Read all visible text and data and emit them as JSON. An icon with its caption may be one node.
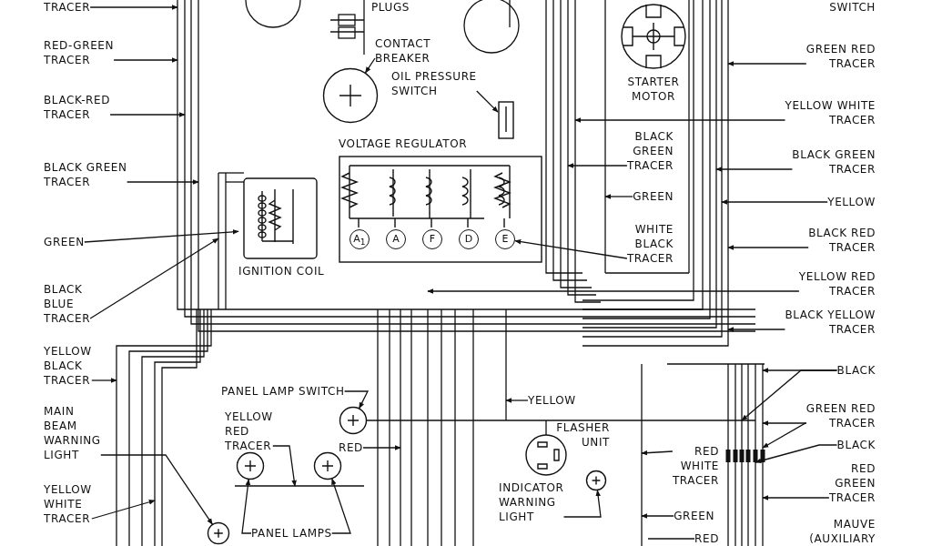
{
  "diagram": {
    "nodes": [
      {
        "text": [
          "TRACER"
        ]
      },
      {
        "text": [
          "RED-GREEN TRACER"
        ]
      },
      {
        "text": [
          "BLACK-RED TRACER"
        ]
      },
      {
        "text": [
          "BLACK GREEN TRACER"
        ]
      },
      {
        "text": [
          "GREEN"
        ]
      },
      {
        "text": [
          "BLACK BLUE TRACER"
        ]
      },
      {
        "text": [
          "YELLOW BLACK TRACER"
        ]
      },
      {
        "text": [
          "MAIN BEAM WARNING LIGHT"
        ]
      },
      {
        "text": [
          "YELLOW WHITE TRACER"
        ]
      },
      {
        "text": [
          "CONTACT BREAKER"
        ]
      },
      {
        "text": [],
        "shape": "circle"
      },
      {
        "text": [
          "OIL PRESSURE SWITCH"
        ]
      },
      {
        "text": [],
        "shape": "box"
      },
      {
        "text": [
          "VOLTAGE REGULATOR"
        ]
      },
      {
        "text": [
          "A$_{1}$"
        ],
        "in": 13
      },
      {
        "text": [
          "A"
        ],
        "in": 13
      },
      {
        "text": [
          "F"
        ],
        "in": 13
      },
      {
        "text": [
          "D"
        ],
        "in": 13
      },
      {
        "text": [
          "E"
        ],
        "in": 13
      },
      {
        "text": [
          "IGNITION COIL"
        ]
      },
      {
        "text": [
          "STARTER MOTOR"
        ]
      },
      {
        "text": [
          "GREEN RED TRACER"
        ]
      },
      {
        "text": [
          "YELLOW WHITE TRACER"
        ]
      },
      {
        "text": [
          "BLACK GREEN TRACER"
        ]
      },
      {
        "text": [
          "BLACK GREEN TRACER"
        ]
      },
      {
        "text": [
          "GREEN"
        ]
      },
      {
        "text": [
          "YELLOW"
        ]
      },
      {
        "text": [
          "WHITE BLACK TRACER"
        ]
      },
      {
        "text": [
          "BLACK RED TRACER"
        ]
      },
      {
        "text": [
          "YELLOW RED TRACER"
        ]
      },
      {
        "text": [
          "BLACK YELLOW TRACER"
        ]
      },
      {
        "text": [
          "PANEL LAMP SWITCH"
        ]
      },
      {
        "text": [],
        "shape": "circle"
      },
      {
        "text": [
          "YELLOW RED TRACER"
        ]
      },
      {
        "text": [
          "YELLOW"
        ]
      },
      {
        "text": [
          "RED"
        ]
      },
      {
        "text": [
          "FLASHER UNIT"
        ]
      },
      {
        "text": [
          "PANEL LAMPS"
        ]
      },
      {
        "text": [],
        "shape": "circle"
      },
      {
        "text": [],
        "shape": "circle"
      },
      {
        "text": [
          "INDICATOR WARNING LIGHT"
        ]
      },
      {
        "text": [],
        "shape": "circle"
      },
      {
        "text": [
          "BLACK"
        ]
      },
      {
        "text": [
          "GREEN RED TRACER"
        ]
      },
      {
        "text": [
          "BLACK"
        ]
      },
      {
        "text": [
          "RED WHITE TRACER"
        ]
      },
      {
        "text": [
          "RED GREEN TRACER"
        ]
      },
      {
        "text": [
          "GREEN"
        ]
      },
      {
        "text": [
          "RED"
        ]
      },
      {
        "text": [],
        "shape": "circle"
      }
    ],
    "edges": [
      {
        "from": 0,
        "to": null,
        "arrow": "to"
      },
      {
        "from": 1,
        "to": null,
        "arrow": "to"
      },
      {
        "from": 2,
        "to": null,
        "arrow": "to"
      },
      {
        "from": 3,
        "to": null,
        "arrow": "to"
      },
      {
        "from": 4,
        "to": 19,
        "arrow": "to"
      },
      {
        "from": 5,
        "to": null,
        "arrow": "to"
      },
      {
        "from": 6,
        "to": null,
        "arrow": "to"
      },
      {
        "from": 7,
        "to": 49,
        "arrow": "to"
      },
      {
        "from": 8,
        "to": null,
        "arrow": "to"
      },
      {
        "from": 9,
        "to": 10,
        "arrow": "to"
      },
      {
        "from": 11,
        "to": 12,
        "arrow": "to"
      },
      {
        "from": 21,
        "to": null,
        "arrow": "to"
      },
      {
        "from": 22,
        "to": null,
        "arrow": "to"
      },
      {
        "from": 23,
        "to": null,
        "arrow": "to"
      },
      {
        "from": 24,
        "to": null,
        "arrow": "to"
      },
      {
        "from": 25,
        "to": null,
        "arrow": "to"
      },
      {
        "from": 26,
        "to": null,
        "arrow": "to"
      },
      {
        "from": 27,
        "to": 18,
        "arrow": "to"
      },
      {
        "from": 28,
        "to": null,
        "arrow": "to"
      },
      {
        "from": 29,
        "to": null,
        "arrow": "to"
      },
      {
        "from": 30,
        "to": null,
        "arrow": "to"
      },
      {
        "from": 31,
        "to": 32,
        "arrow": "to"
      },
      {
        "from": 33,
        "to": null,
        "arrow": "to"
      },
      {
        "from": 34,
        "to": null,
        "arrow": "to"
      },
      {
        "from": 35,
        "to": null,
        "arrow": "to"
      },
      {
        "from": 37,
        "to": 38,
        "arrow": "to"
      },
      {
        "from": 37,
        "to": 39,
        "arrow": "to"
      },
      {
        "from": 40,
        "to": 41,
        "arrow": "to"
      },
      {
        "from": 42,
        "to": null,
        "arrow": "to"
      },
      {
        "from": 42,
        "to": null,
        "arrow": "to"
      },
      {
        "from": 43,
        "to": null,
        "arrow": "to"
      },
      {
        "from": 43,
        "to": null,
        "arrow": "to"
      },
      {
        "from": 44,
        "to": null,
        "arrow": "to"
      },
      {
        "from": 45,
        "to": null,
        "arrow": "to"
      },
      {
        "from": 46,
        "to": null,
        "arrow": "to"
      },
      {
        "from": 47,
        "to": null,
        "arrow": "to"
      },
      {
        "from": 48,
        "to": null,
        "arrow": "none"
      }
    ],
    "labels": [
      "PLUGS",
      "SWITCH",
      "MAUVE (AUXILIARY"
    ]
  }
}
